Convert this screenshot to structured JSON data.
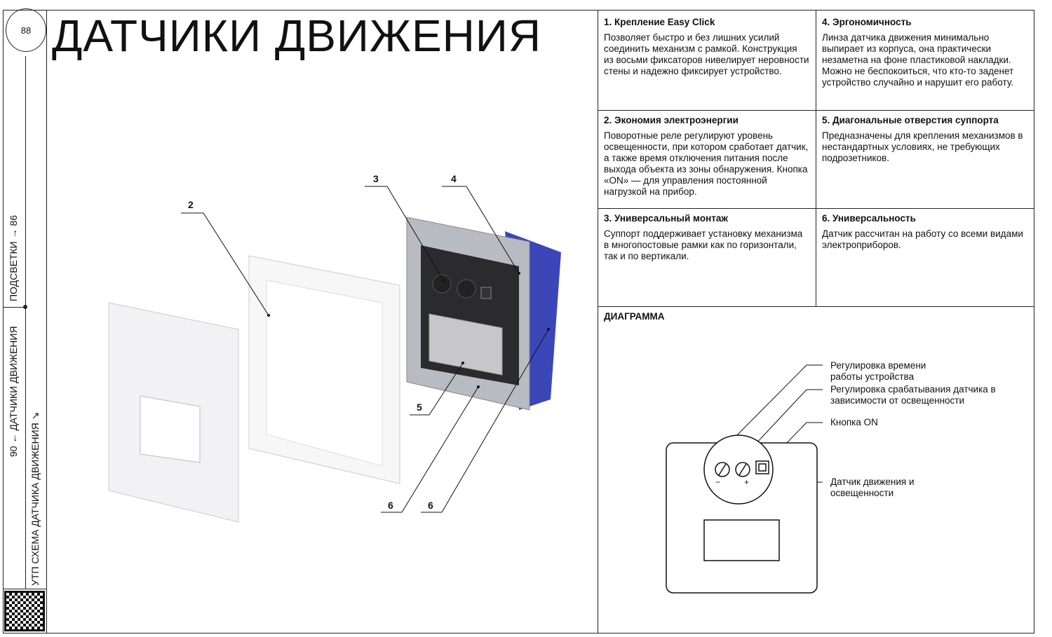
{
  "page_number": "88",
  "title": "ДАТЧИКИ ДВИЖЕНИЯ",
  "sidebar": {
    "next": "ПОДСВЕТКИ → 86",
    "prev": "90 ← ДАТЧИКИ ДВИЖЕНИЯ",
    "section": "УТП СХЕМА ДАТЧИКА ДВИЖЕНИЯ ↘"
  },
  "callouts": [
    "2",
    "3",
    "4",
    "5",
    "6",
    "6"
  ],
  "features": [
    {
      "title": "1. Крепление Easy Click",
      "text": "Позволяет быстро и без лишних усилий соединить механизм с рамкой. Конст­рукция из восьми фиксаторов нивелирует неровности стены и надежно фиксирует устройство."
    },
    {
      "title": "2. Экономия электроэнергии",
      "text": "Поворотные реле регулируют уровень освещенности, при котором сработает дат­чик, а также время отключения питания после выхода объекта из зоны обнаруже­ния. Кнопка «ON» — для управления посто­янной нагрузкой на прибор."
    },
    {
      "title": "3. Универсальный монтаж",
      "text": "Суппорт поддерживает установку механиз­ма в многопостовые рамки как по горизон­тали, так и по вертикали."
    },
    {
      "title": "4. Эргономичность",
      "text": "Линза датчика движения минимально выпирает из корпуса, она практически незаметна на фоне пластиковой накладки. Можно не беспокоиться, что кто-то заденет устройство случайно и нарушит его работу."
    },
    {
      "title": "5. Диагональные отверстия суппорта",
      "text": "Предназначены для крепления механиз­мов в нестандартных условиях, не требу­ющих подрозетников."
    },
    {
      "title": "6. Универсальность",
      "text": "Датчик рассчитан на работу со всеми видами электроприборов."
    }
  ],
  "diagram": {
    "title": "ДИАГРАММА",
    "labels": [
      "Регулировка времени работы устройства",
      "Регулировка срабатывания датчика в зависимости от освещенности",
      "Кнопка ON",
      "Датчик движения и освещенности"
    ],
    "minus": "−",
    "plus": "+"
  }
}
